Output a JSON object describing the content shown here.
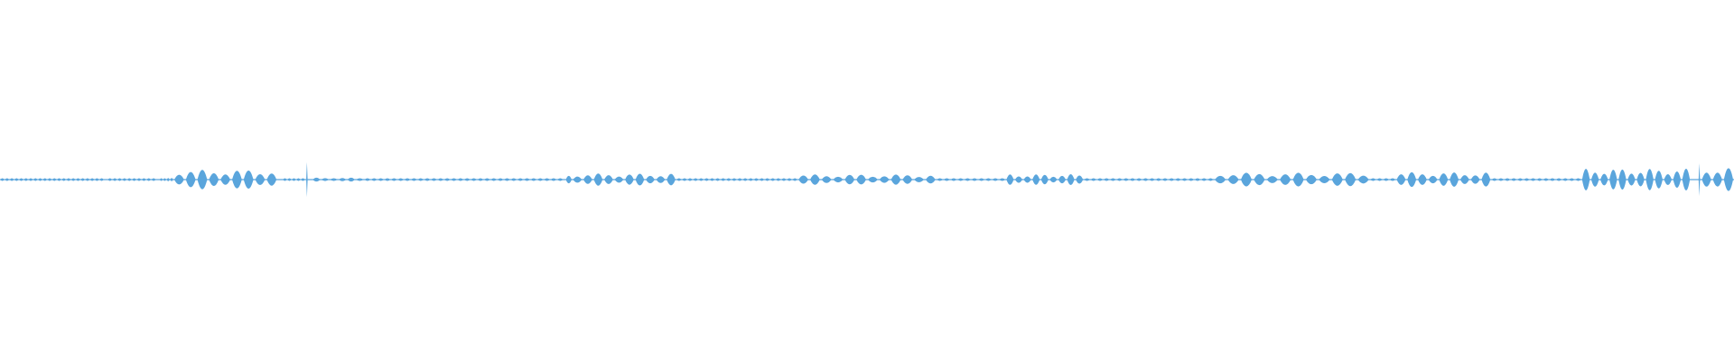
{
  "waveform": {
    "color": "#5aa5dc",
    "background": "#ffffff",
    "bursts": [
      {
        "start": 0.0,
        "end": 0.06,
        "level": 0.04,
        "pulses": 22
      },
      {
        "start": 0.062,
        "end": 0.09,
        "level": 0.02,
        "pulses": 10
      },
      {
        "start": 0.092,
        "end": 0.1,
        "level": 0.08,
        "pulses": 4
      },
      {
        "start": 0.1,
        "end": 0.16,
        "level": 0.45,
        "pulses": 9
      },
      {
        "start": 0.163,
        "end": 0.176,
        "level": 0.04,
        "pulses": 5
      },
      {
        "start": 0.176,
        "end": 0.178,
        "level": 0.95,
        "pulses": 1
      },
      {
        "start": 0.18,
        "end": 0.21,
        "level": 0.09,
        "pulses": 6
      },
      {
        "start": 0.21,
        "end": 0.325,
        "level": 0.04,
        "pulses": 30
      },
      {
        "start": 0.326,
        "end": 0.33,
        "level": 0.25,
        "pulses": 1
      },
      {
        "start": 0.33,
        "end": 0.39,
        "level": 0.28,
        "pulses": 10
      },
      {
        "start": 0.39,
        "end": 0.46,
        "level": 0.03,
        "pulses": 22
      },
      {
        "start": 0.46,
        "end": 0.54,
        "level": 0.24,
        "pulses": 12
      },
      {
        "start": 0.54,
        "end": 0.58,
        "level": 0.04,
        "pulses": 10
      },
      {
        "start": 0.58,
        "end": 0.625,
        "level": 0.25,
        "pulses": 9
      },
      {
        "start": 0.625,
        "end": 0.7,
        "level": 0.03,
        "pulses": 20
      },
      {
        "start": 0.7,
        "end": 0.79,
        "level": 0.32,
        "pulses": 12
      },
      {
        "start": 0.79,
        "end": 0.805,
        "level": 0.04,
        "pulses": 4
      },
      {
        "start": 0.805,
        "end": 0.86,
        "level": 0.34,
        "pulses": 9
      },
      {
        "start": 0.86,
        "end": 0.912,
        "level": 0.03,
        "pulses": 14
      },
      {
        "start": 0.912,
        "end": 0.975,
        "level": 0.5,
        "pulses": 12
      },
      {
        "start": 0.979,
        "end": 0.981,
        "level": 0.92,
        "pulses": 1
      },
      {
        "start": 0.981,
        "end": 1.0,
        "level": 0.55,
        "pulses": 3
      }
    ]
  }
}
